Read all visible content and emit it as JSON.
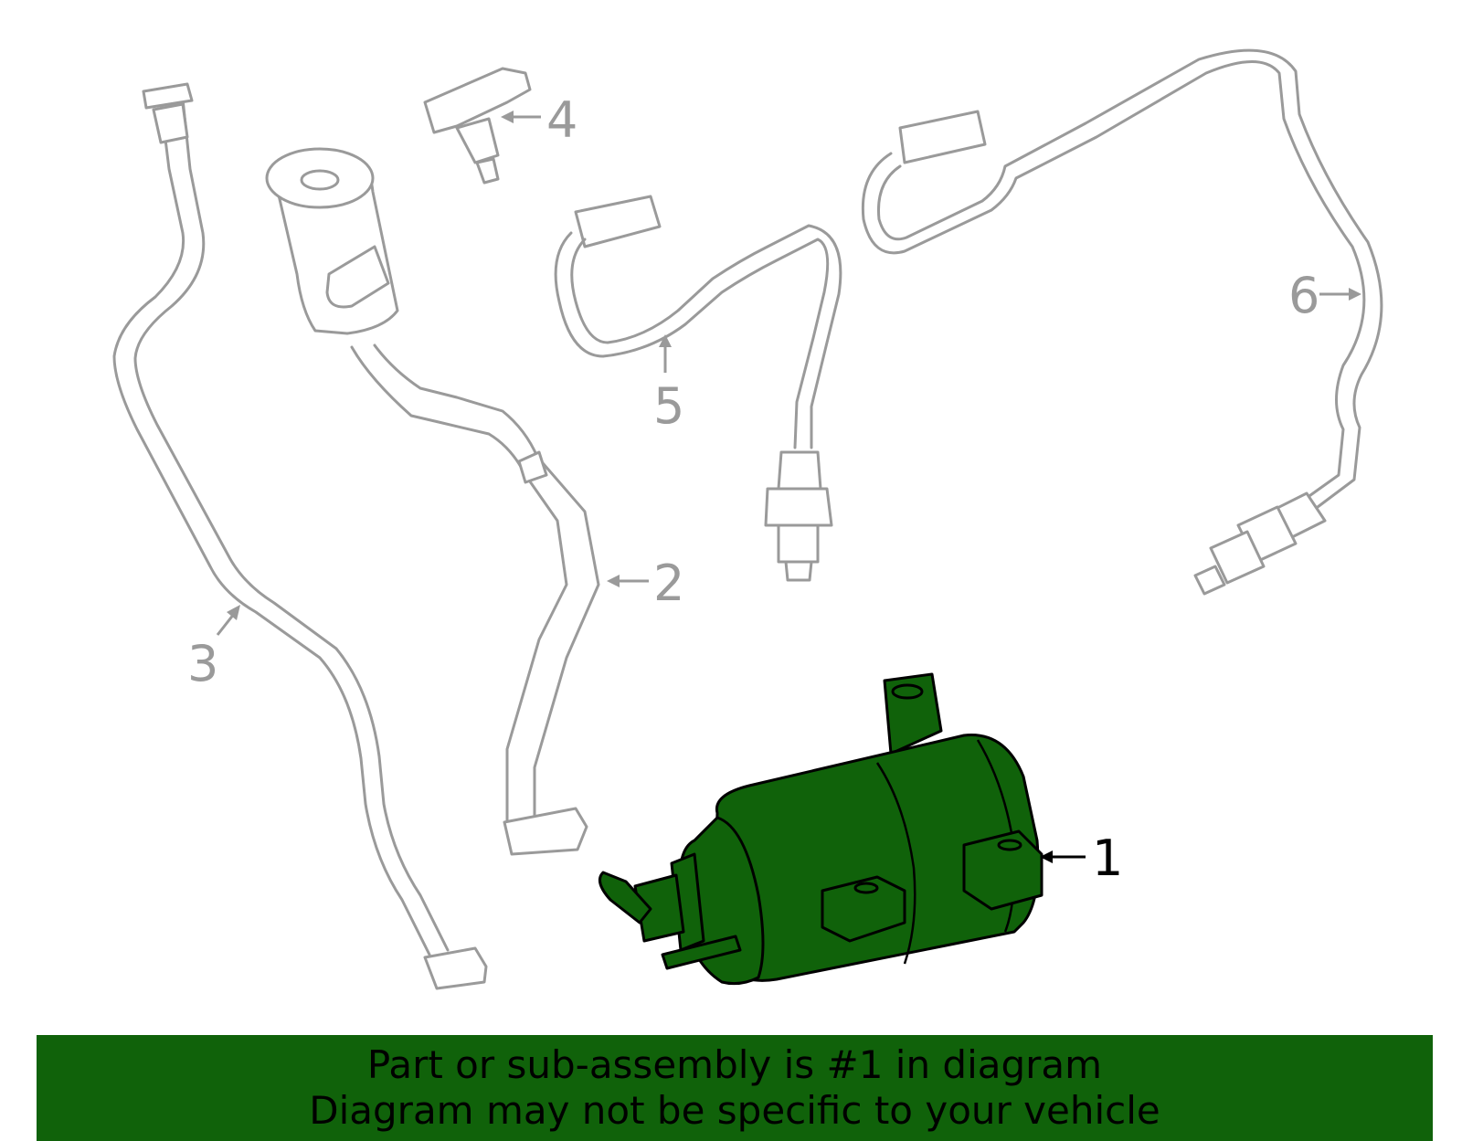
{
  "callouts": [
    {
      "number": "1",
      "highlighted": true
    },
    {
      "number": "2",
      "highlighted": false
    },
    {
      "number": "3",
      "highlighted": false
    },
    {
      "number": "4",
      "highlighted": false
    },
    {
      "number": "5",
      "highlighted": false
    },
    {
      "number": "6",
      "highlighted": false
    }
  ],
  "banner": {
    "line1": "Part or sub-assembly is #1 in diagram",
    "line2": "Diagram may not be specific to your vehicle"
  },
  "colors": {
    "highlight": "#10620a",
    "part_outline": "#9a9a9a",
    "background": "#ffffff"
  }
}
